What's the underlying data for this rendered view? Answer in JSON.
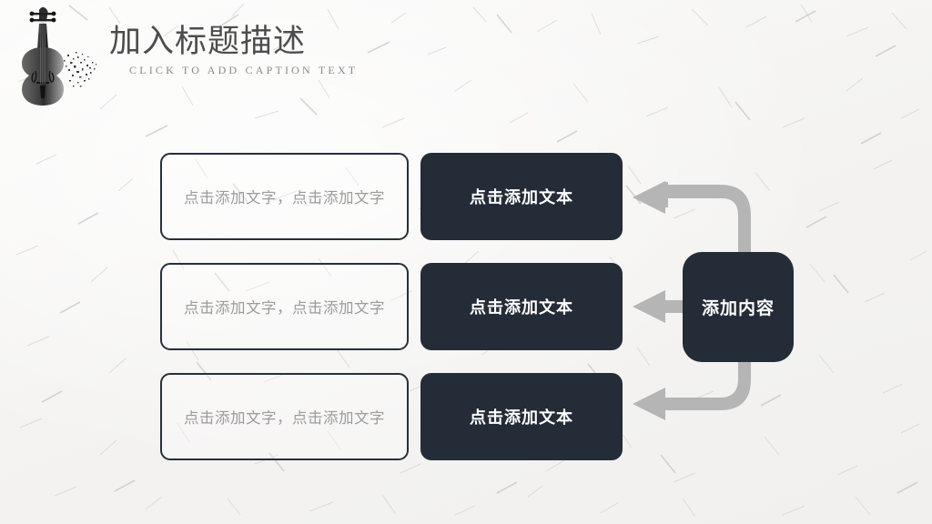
{
  "slide": {
    "background_color": "#f6f5f3",
    "accent_dark": "#242c38",
    "accent_gray": "#b5b5b5",
    "placeholder_gray": "#9b9b9b"
  },
  "header": {
    "title": "加入标题描述",
    "subtitle": "CLICK TO ADD CAPTION TEXT",
    "decor_icon": "violin-icon"
  },
  "diagram": {
    "center_node": {
      "label": "添加内容"
    },
    "rows": [
      {
        "outline_label": "点击添加文字，点击添加文字",
        "dark_label": "点击添加文本",
        "arrow": "arrow-left-elbow-up"
      },
      {
        "outline_label": "点击添加文字，点击添加文字",
        "dark_label": "点击添加文本",
        "arrow": "arrow-left-straight"
      },
      {
        "outline_label": "点击添加文字，点击添加文字",
        "dark_label": "点击添加文本",
        "arrow": "arrow-left-elbow-down"
      }
    ]
  }
}
